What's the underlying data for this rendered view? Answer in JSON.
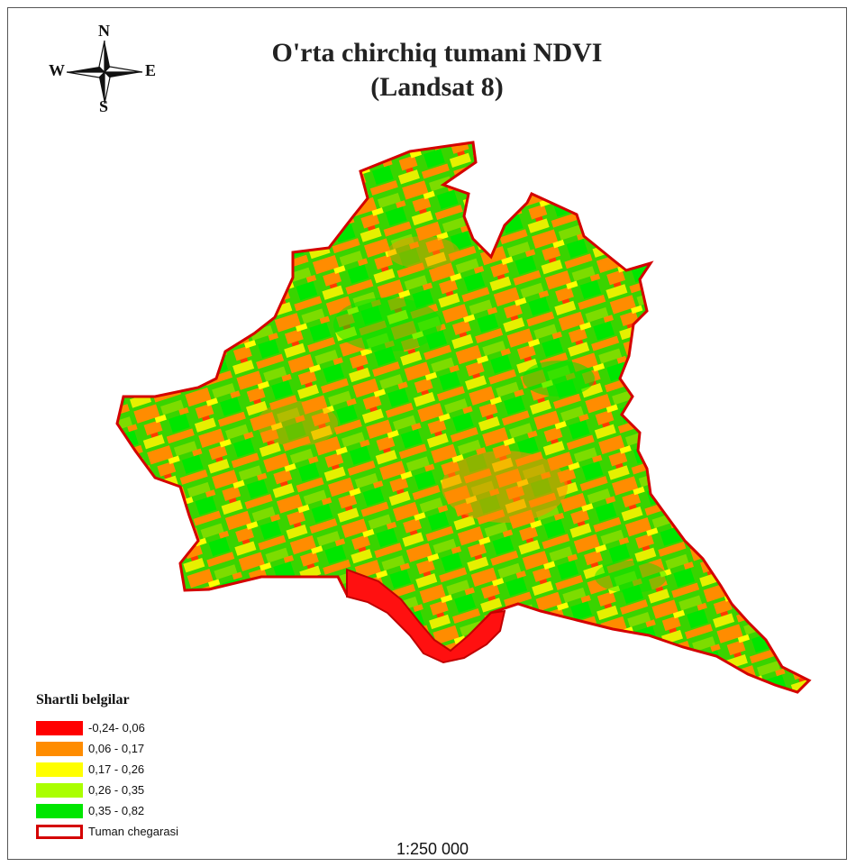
{
  "title": {
    "line1": "O'rta chirchiq tumani NDVI",
    "line2": "(Landsat 8)"
  },
  "compass": {
    "north": "N",
    "south": "S",
    "east": "E",
    "west": "W"
  },
  "legend": {
    "title": "Shartli belgilar",
    "items": [
      {
        "label": "-0,24- 0,06",
        "color": "#ff0000"
      },
      {
        "label": "0,06 - 0,17",
        "color": "#ff8c00"
      },
      {
        "label": "0,17 - 0,26",
        "color": "#ffff00"
      },
      {
        "label": "0,26 - 0,35",
        "color": "#aaff00"
      },
      {
        "label": "0,35 - 0,82",
        "color": "#00e600"
      }
    ],
    "boundary": {
      "label": "Tuman chegarasi",
      "color": "#d40000"
    }
  },
  "scale": "1:250 000"
}
